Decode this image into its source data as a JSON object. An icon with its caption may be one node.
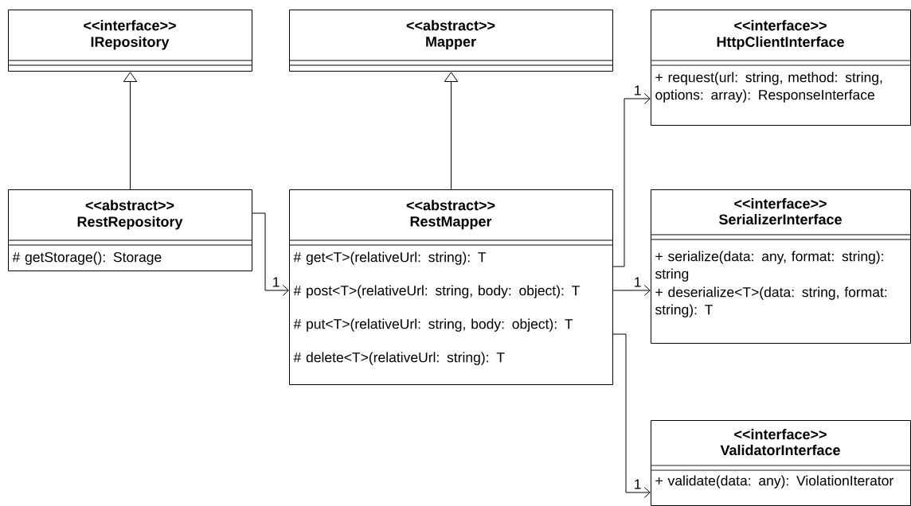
{
  "diagram": {
    "nodes": [
      {
        "text": [
          "<<interface>>",
          "IRepository"
        ]
      },
      {
        "text": [
          "<<abstract>>",
          "Mapper"
        ]
      },
      {
        "text": [
          "<<interface>>",
          "HttpClientInterface",
          "+ request(url: string, method: string, options: array): ResponseInterface"
        ]
      },
      {
        "text": [
          "<<abstract>>",
          "RestRepository",
          "# getStorage(): Storage"
        ]
      },
      {
        "text": [
          "<<abstract>>",
          "RestMapper",
          "# get<T>(relativeUrl: string): T",
          "# post<T>(relativeUrl: string, body: object): T",
          "# put<T>(relativeUrl: string, body: object): T",
          "# delete<T>(relativeUrl: string): T"
        ]
      },
      {
        "text": [
          "<<interface>>",
          "SerializerInterface",
          "+ serialize(data: any, format: string): string",
          "+ deserialize<T>(data: string, format: string): T"
        ]
      },
      {
        "text": [
          "<<interface>>",
          "ValidatorInterface",
          "+ validate(data: any): ViolationIterator"
        ]
      }
    ],
    "edges": [
      {
        "from": 3,
        "to": 0,
        "arrow": "to"
      },
      {
        "from": 4,
        "to": 1,
        "arrow": "to"
      },
      {
        "from": 3,
        "to": 4,
        "arrow": "to",
        "label": "1"
      },
      {
        "from": 4,
        "to": 2,
        "arrow": "to",
        "label": "1"
      },
      {
        "from": 4,
        "to": 5,
        "arrow": "to",
        "label": "1"
      },
      {
        "from": 4,
        "to": 6,
        "arrow": "to",
        "label": "1"
      }
    ]
  }
}
